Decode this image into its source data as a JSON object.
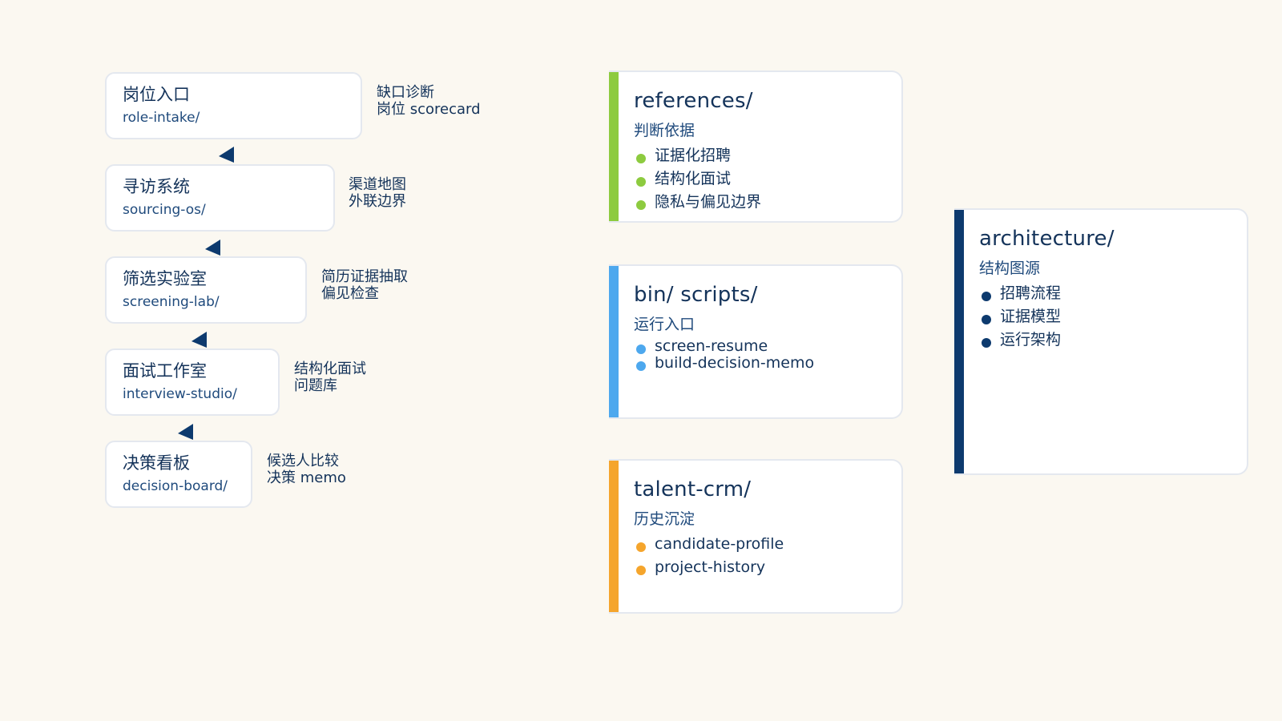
{
  "pipeline": [
    {
      "title": "岗位入口",
      "path": "role-intake/",
      "notes": [
        "缺口诊断",
        "岗位 scorecard"
      ]
    },
    {
      "title": "寻访系统",
      "path": "sourcing-os/",
      "notes": [
        "渠道地图",
        "外联边界"
      ]
    },
    {
      "title": "筛选实验室",
      "path": "screening-lab/",
      "notes": [
        "简历证据抽取",
        "偏见检查"
      ]
    },
    {
      "title": "面试工作室",
      "path": "interview-studio/",
      "notes": [
        "结构化面试",
        "问题库"
      ]
    },
    {
      "title": "决策看板",
      "path": "decision-board/",
      "notes": [
        "候选人比较",
        "决策 memo"
      ]
    }
  ],
  "cards": {
    "references": {
      "title": "references/",
      "subtitle": "判断依据",
      "accent": "#8DCB3F",
      "items": [
        "证据化招聘",
        "结构化面试",
        "隐私与偏见边界"
      ]
    },
    "scripts": {
      "title": "bin/ scripts/",
      "subtitle": "运行入口",
      "accent": "#4DA8EE",
      "items": [
        "screen-resume",
        "build-decision-memo"
      ]
    },
    "talent_crm": {
      "title": "talent-crm/",
      "subtitle": "历史沉淀",
      "accent": "#F5A52C",
      "items": [
        "candidate-profile",
        "project-history"
      ]
    },
    "architecture": {
      "title": "architecture/",
      "subtitle": "结构图源",
      "accent": "#0D3A6E",
      "items": [
        "招聘流程",
        "证据模型",
        "运行架构"
      ]
    }
  },
  "colors": {
    "background": "#FBF8F1",
    "arrow": "#0D3A6E",
    "text_dark": "#14335A"
  }
}
